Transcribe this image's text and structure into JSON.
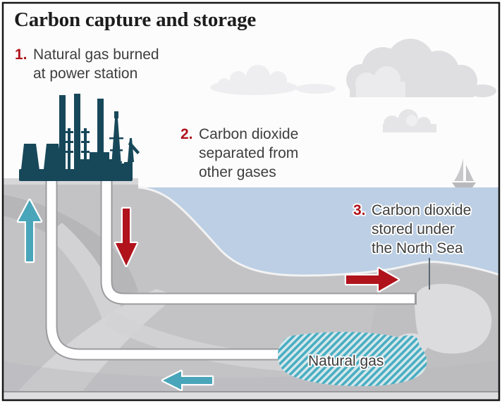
{
  "title": "Carbon capture and storage",
  "steps": [
    {
      "number": "1.",
      "line1": "Natural gas burned",
      "line2": "at power station"
    },
    {
      "number": "2.",
      "line1": "Carbon dioxide",
      "line2": "separated from",
      "line3": "other gases"
    },
    {
      "number": "3.",
      "line1": "Carbon dioxide",
      "line2": "stored under",
      "line3": "the North Sea"
    }
  ],
  "diagram": {
    "natural_gas_label": "Natural gas",
    "icons": [
      "power-station-icon",
      "sailboat-icon",
      "cloud-icon",
      "co2-up-arrow-icon",
      "co2-down-arrow-icon",
      "co2-right-arrow-icon",
      "gas-left-arrow-icon",
      "gas-pipe",
      "co2-pipe",
      "natural-gas-reservoir",
      "co2-storage-area",
      "pointer-line"
    ]
  },
  "colors": {
    "step_number": "#b0131c",
    "arrow_red": "#b0131c",
    "arrow_teal": "#49a5b9",
    "power_station": "#17485a",
    "sea": "#bccfe4",
    "ground": "#c3c3c6",
    "gas_hatch_teal": "#49aec2",
    "gas_hatch_light": "#d7e8ec",
    "body_text": "#3e3e3e",
    "title_text": "#1c1c1c"
  }
}
